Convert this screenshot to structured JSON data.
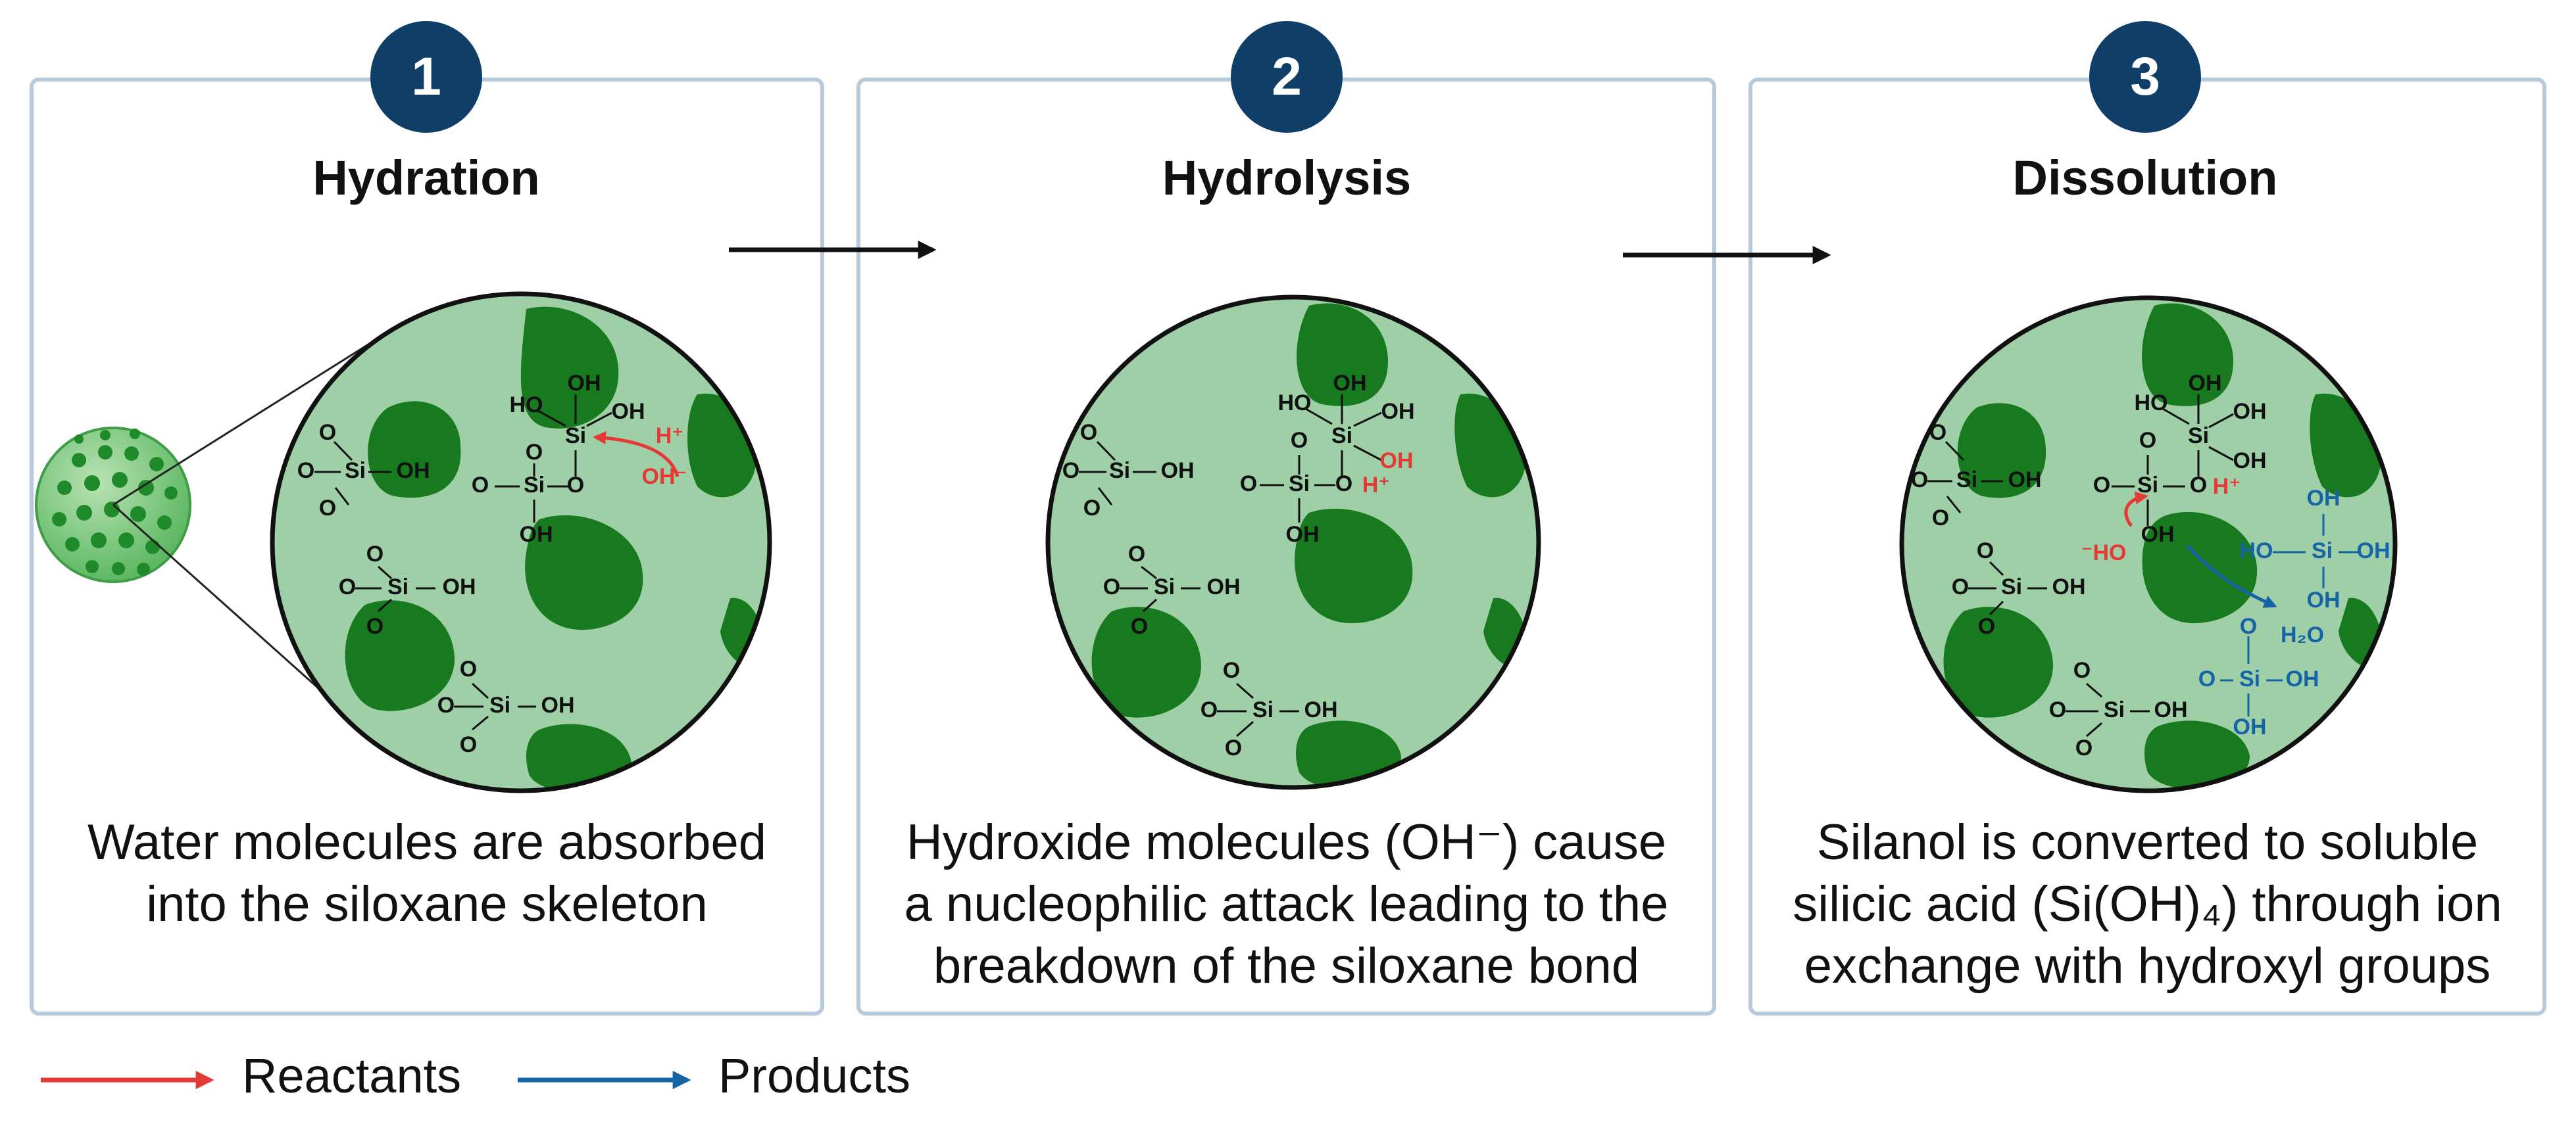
{
  "steps": [
    {
      "number": "1",
      "title": "Hydration",
      "caption_line1": "Water molecules are absorbed",
      "caption_line2": "into the siloxane skeleton",
      "labels": {
        "oh_top": "OH",
        "ho": "HO",
        "oh_right": "OH",
        "si": "Si",
        "o": "O",
        "oh_bottom": "OH",
        "h_plus": "H⁺",
        "oh_minus": "OH⁻"
      }
    },
    {
      "number": "2",
      "title": "Hydrolysis",
      "caption_line1": "Hydroxide molecules (OH⁻) cause",
      "caption_line2": "a nucleophilic attack leading to the",
      "caption_line3": "breakdown of the siloxane bond",
      "labels": {
        "oh_top": "OH",
        "ho": "HO",
        "oh_right": "OH",
        "si": "Si",
        "o": "O",
        "oh_red": "OH",
        "h_plus": "H⁺",
        "oh_bottom": "OH"
      }
    },
    {
      "number": "3",
      "title": "Dissolution",
      "caption_line1": "Silanol is converted to soluble",
      "caption_line2": "silicic acid (Si(OH)₄) through ion",
      "caption_line3": "exchange with hydroxyl groups",
      "labels": {
        "oh_top": "OH",
        "ho": "HO",
        "oh_right": "OH",
        "si": "Si",
        "o": "O",
        "h_plus": "H⁺",
        "ho_minus": "⁻HO",
        "oh_bottom": "OH",
        "h2o": "H₂O"
      }
    }
  ],
  "legend": {
    "reactants": "Reactants",
    "products": "Products"
  },
  "colors": {
    "badge": "#0f3e69",
    "panel_border": "#b7cadb",
    "circle_fill": "#9fcfa6",
    "particle": "#1b7d22",
    "reactant": "#e53935",
    "product": "#1565a6"
  }
}
